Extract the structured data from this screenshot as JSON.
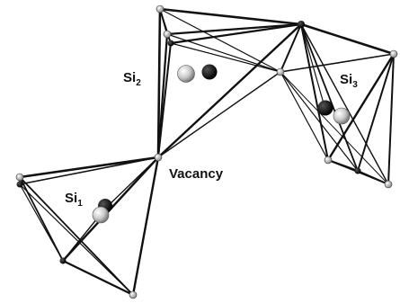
{
  "labels": {
    "si1": {
      "base": "Si",
      "sub": "1"
    },
    "si2": {
      "base": "Si",
      "sub": "2"
    },
    "si3": {
      "base": "Si",
      "sub": "3"
    },
    "vacancy": "Vacancy"
  },
  "colors": {
    "background": "#ffffff",
    "bond": "#111111",
    "dark_atom": "#111111",
    "light_atom": "#c8c8c8"
  }
}
